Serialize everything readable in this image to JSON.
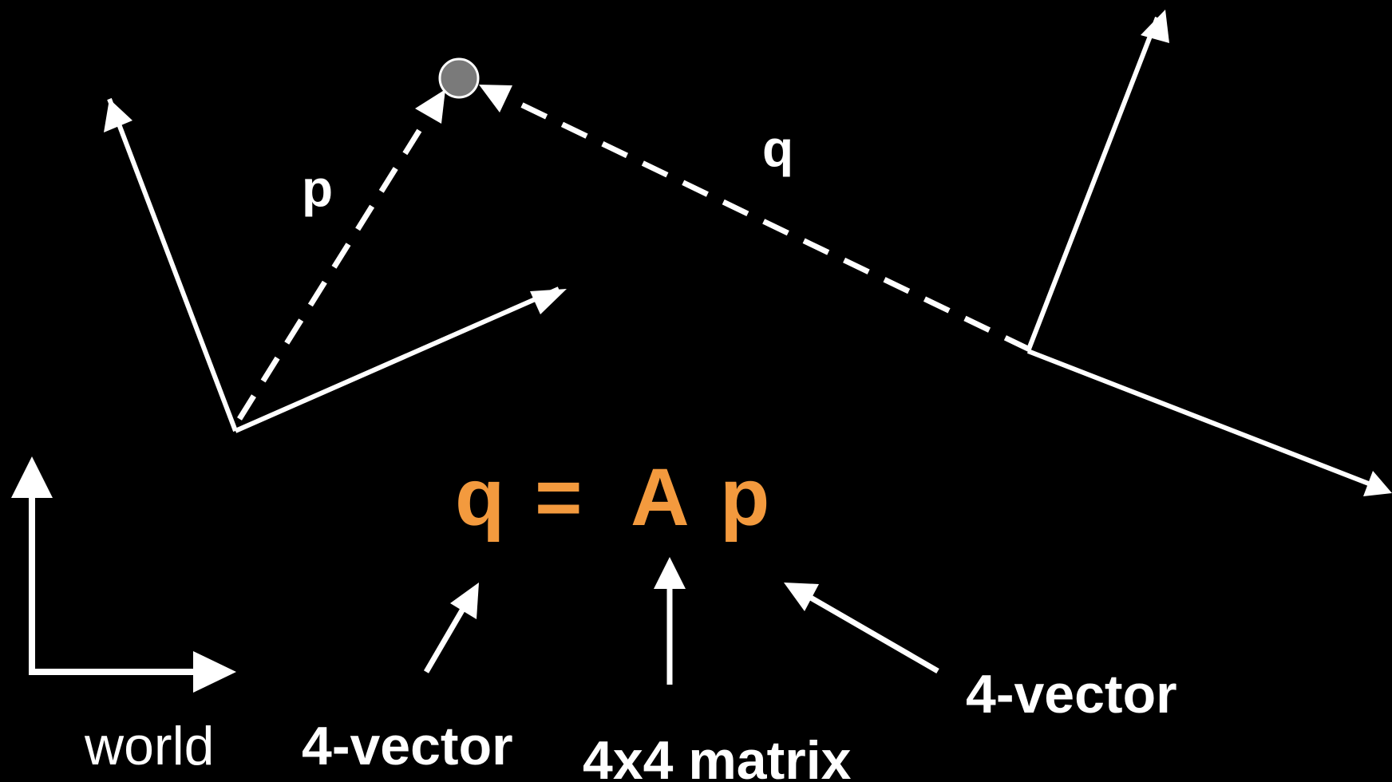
{
  "labels": {
    "p": "p",
    "q": "q",
    "world": "world",
    "vector_left": "4-vector",
    "matrix": "4x4 matrix",
    "vector_right": "4-vector"
  },
  "equation": {
    "q": "q",
    "equals": "=",
    "A": "A",
    "p": "p"
  },
  "colors": {
    "background": "#000000",
    "line": "#ffffff",
    "equation": "#f39a3e",
    "point": "#7a7a7a"
  }
}
